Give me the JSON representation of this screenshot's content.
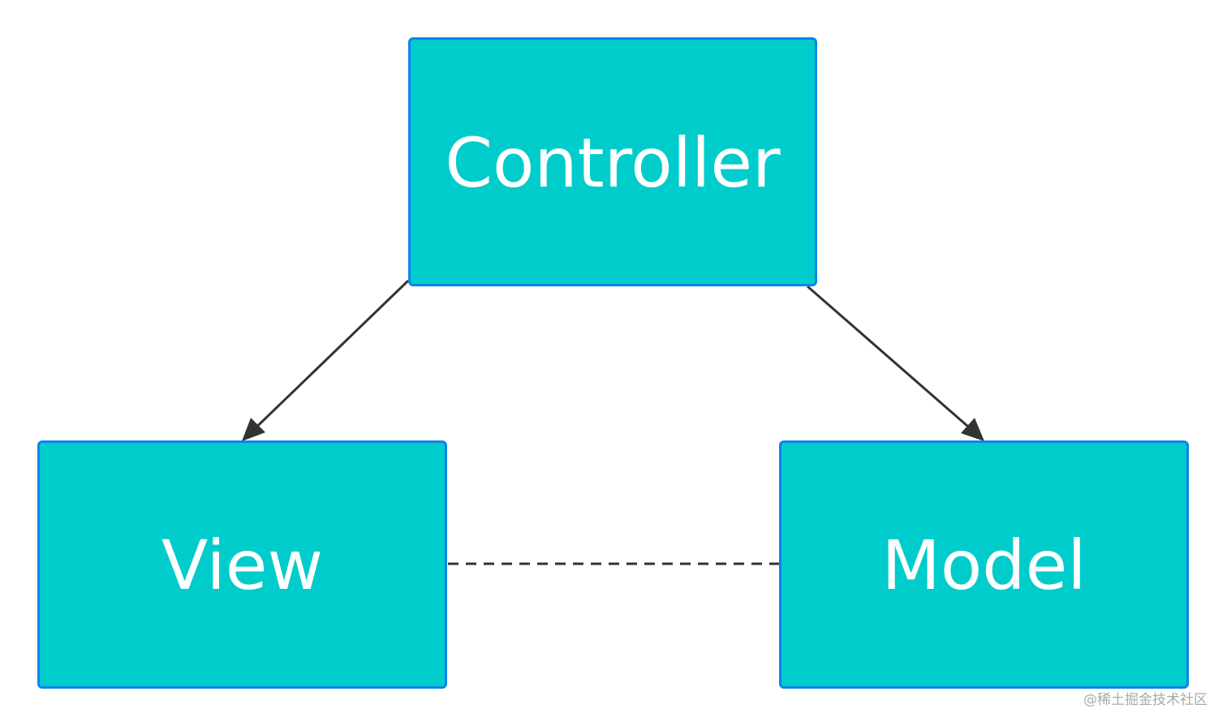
{
  "nodes": {
    "controller": {
      "label": "Controller"
    },
    "view": {
      "label": "View"
    },
    "model": {
      "label": "Model"
    }
  },
  "edges": [
    {
      "from": "Controller",
      "to": "View",
      "style": "solid",
      "arrow": true
    },
    {
      "from": "Controller",
      "to": "Model",
      "style": "solid",
      "arrow": true
    },
    {
      "from": "View",
      "to": "Model",
      "style": "dashed",
      "arrow": false
    }
  ],
  "colors": {
    "node_fill": "#00cccc",
    "node_border": "#0b84ee",
    "node_text": "#ffffff",
    "edge": "#333333",
    "watermark": "#a9a9a9"
  },
  "watermark": "@稀土掘金技术社区"
}
